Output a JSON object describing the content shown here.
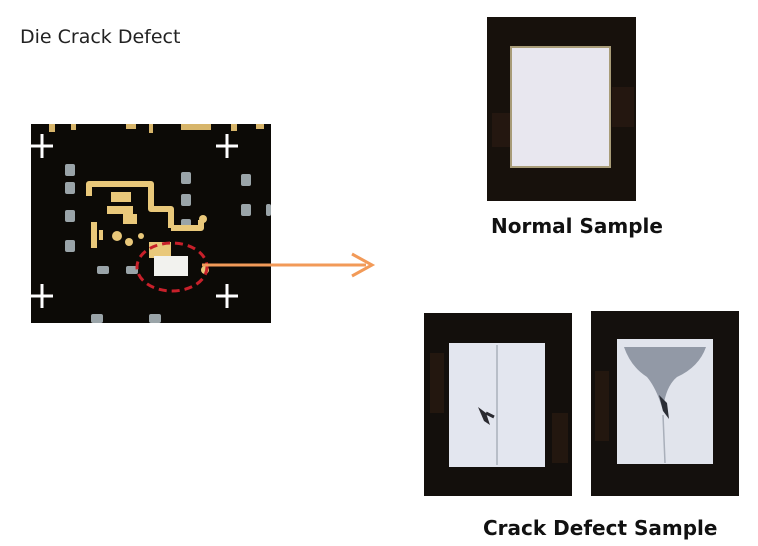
{
  "page": {
    "title": "Die Crack Defect"
  },
  "captions": {
    "normal": "Normal Sample",
    "crack": "Crack Defect Sample"
  },
  "images": {
    "board": "pcb-board-image",
    "normal": "normal-die-image",
    "crack_1": "crack-die-image-1",
    "crack_2": "crack-die-image-2"
  },
  "colors": {
    "arrow": "#f29a58",
    "highlight_circle": "#c8202a",
    "die": "#dfe3ef",
    "gold_trace": "#e9c87a"
  }
}
